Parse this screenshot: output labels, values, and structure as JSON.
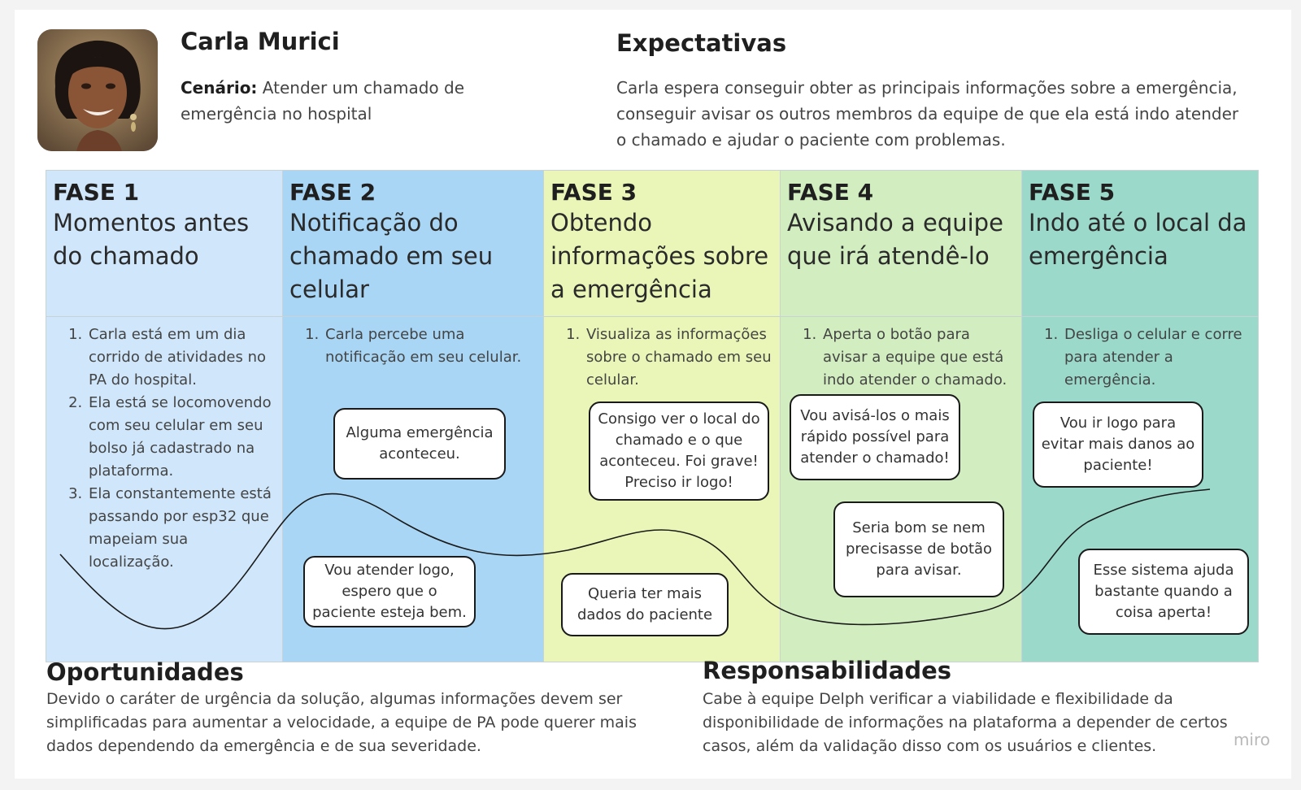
{
  "persona": {
    "name": "Carla Murici",
    "scenario_label": "Cenário:",
    "scenario_text": "Atender um chamado de emergência no hospital"
  },
  "expectations": {
    "title": "Expectativas",
    "text": "Carla espera conseguir obter as principais informações sobre a emergência, conseguir avisar os outros membros da equipe de que ela está indo atender o chamado e ajudar o paciente com problemas."
  },
  "phases": [
    {
      "label": "FASE 1",
      "title": "Momentos antes do chamado",
      "color": "#cfe6fb",
      "steps": [
        "Carla está em um dia corrido de atividades no PA do hospital.",
        "Ela está se locomovendo com seu celular em seu bolso já cadastrado na plataforma.",
        "Ela constantemente está passando por esp32 que mapeiam sua localização."
      ]
    },
    {
      "label": "FASE 2",
      "title": "Notificação do chamado em seu celular",
      "color": "#a9d6f5",
      "steps": [
        "Carla percebe uma notificação em seu celular."
      ]
    },
    {
      "label": "FASE 3",
      "title": "Obtendo informações sobre a emergência",
      "color": "#eaf6b8",
      "steps": [
        "Visualiza as informações sobre o chamado em seu celular."
      ]
    },
    {
      "label": "FASE 4",
      "title": "Avisando a equipe que irá atendê-lo",
      "color": "#d2eec0",
      "steps": [
        "Aperta o botão para avisar a equipe que está indo atender o chamado."
      ]
    },
    {
      "label": "FASE 5",
      "title": "Indo até o local da emergência",
      "color": "#9bd9cb",
      "steps": [
        "Desliga o celular e corre para atender a emergência."
      ]
    }
  ],
  "quotes": [
    "Alguma emergência aconteceu.",
    "Vou atender logo, espero que o paciente esteja bem.",
    "Consigo ver o local do chamado e o que aconteceu. Foi grave! Preciso ir logo!",
    "Queria ter mais dados do paciente",
    "Vou avisá-los o mais rápido possível para atender o chamado!",
    "Seria bom se nem precisasse de botão para avisar.",
    "Vou ir logo para evitar mais danos ao paciente!",
    "Esse sistema ajuda bastante quando a coisa aperta!"
  ],
  "opportunities": {
    "title": "Oportunidades",
    "text": "Devido o caráter de urgência da solução, algumas informações devem ser simplificadas para aumentar a velocidade, a equipe de PA pode querer mais dados dependendo da emergência e de sua severidade."
  },
  "responsibilities": {
    "title": "Responsabilidades",
    "text": "Cabe à equipe Delph verificar a viabilidade e flexibilidade da disponibilidade de informações na plataforma a depender de certos casos, além da validação disso com os usuários e clientes."
  },
  "watermark": "miro"
}
